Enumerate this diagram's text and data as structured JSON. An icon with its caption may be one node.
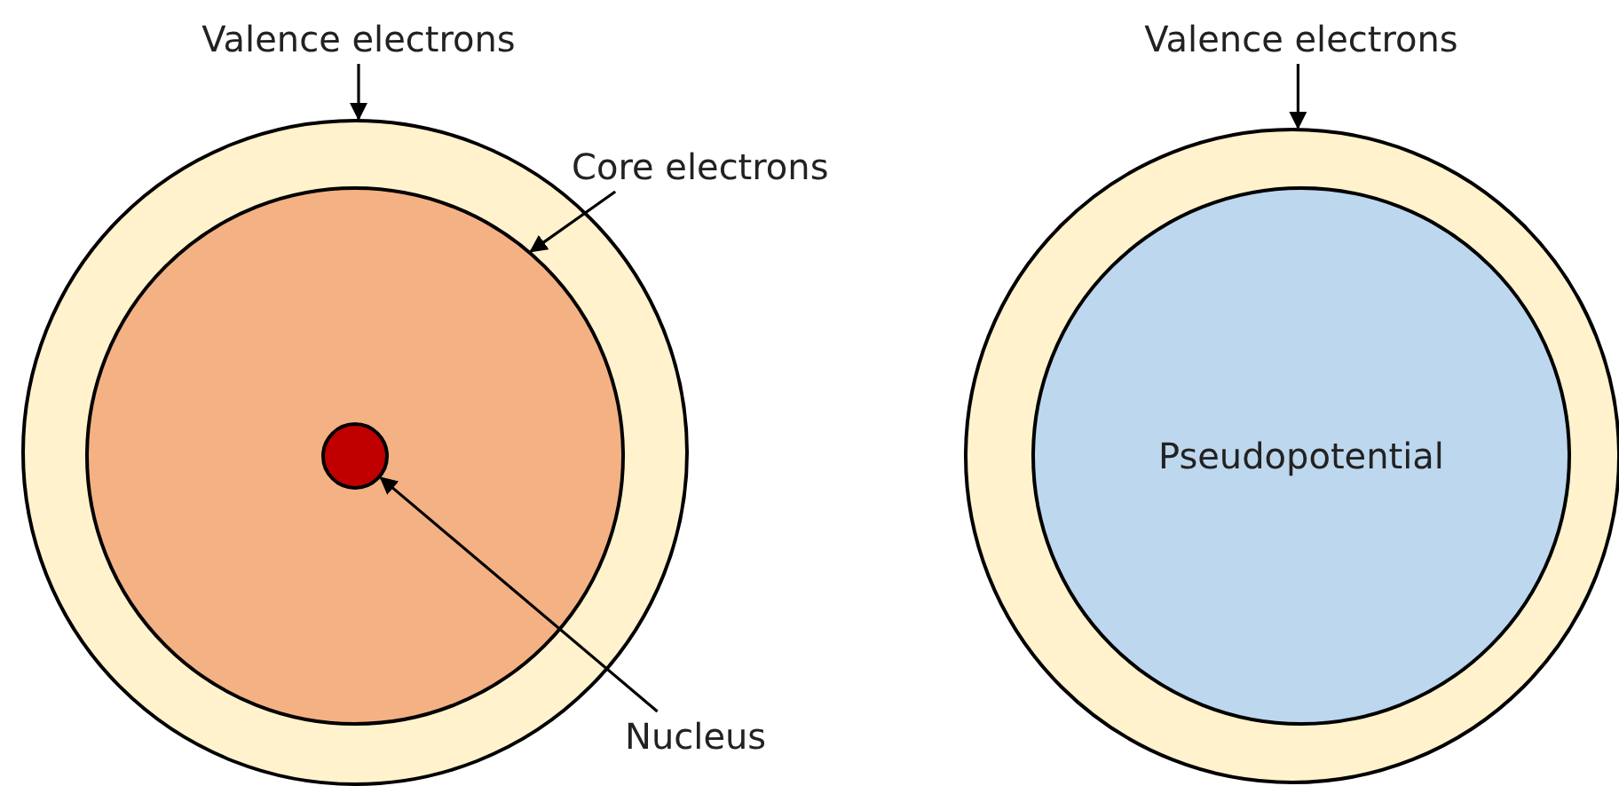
{
  "diagram": {
    "nodes": [
      {
        "text": [
          "Valence electrons"
        ]
      },
      {
        "text": [],
        "shape": "circle"
      },
      {
        "text": [],
        "shape": "circle",
        "in": 1
      },
      {
        "text": [],
        "shape": "circle",
        "in": 2
      },
      {
        "text": [
          "Core electrons"
        ]
      },
      {
        "text": [
          "Nucleus"
        ]
      },
      {
        "text": [
          "Valence electrons"
        ]
      },
      {
        "text": [],
        "shape": "circle"
      },
      {
        "text": [
          "Pseudopotential"
        ],
        "in": 7
      }
    ],
    "edges": [
      {
        "from": 0,
        "to": 1,
        "arrow": "to"
      },
      {
        "from": 4,
        "to": 2,
        "arrow": "to"
      },
      {
        "from": 5,
        "to": 3,
        "arrow": "to"
      },
      {
        "from": 6,
        "to": 7,
        "arrow": "to"
      }
    ]
  }
}
